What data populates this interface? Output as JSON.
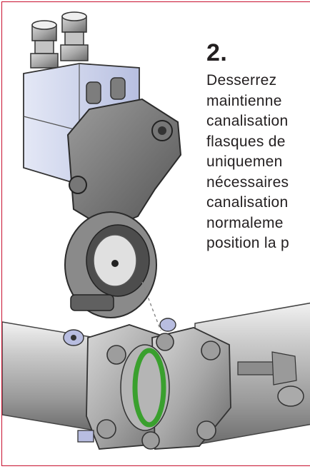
{
  "step": {
    "number": "2.",
    "lines": [
      "Desserrez",
      "maintienne",
      "canalisation",
      "flasques de",
      "uniquemen",
      "nécessaires",
      "canalisation",
      "normaleme",
      "position la p"
    ]
  },
  "colors": {
    "frame_border": "#c8102e",
    "text": "#231f20",
    "gasket": "#3aa02e"
  }
}
